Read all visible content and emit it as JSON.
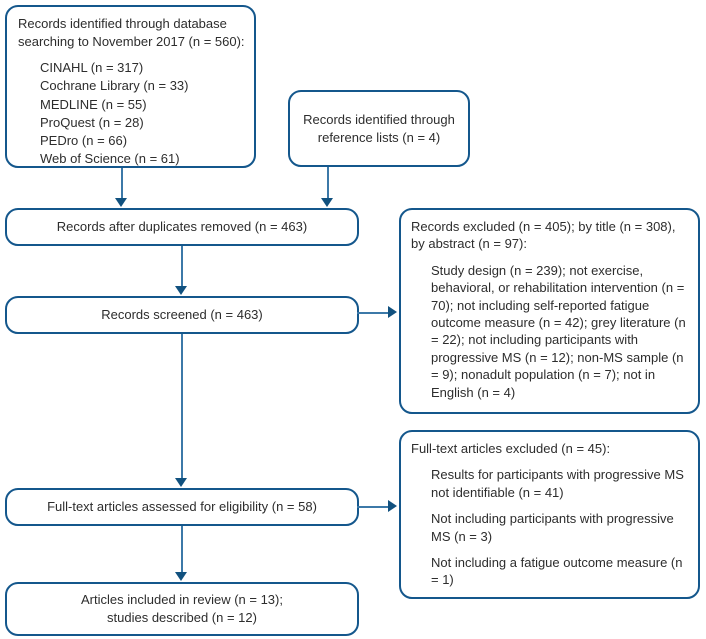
{
  "colors": {
    "box_border": "#14578c",
    "arrow_stem": "#3c79a8",
    "arrow_head": "#11517f",
    "text": "#2d2d2d",
    "background": "#ffffff"
  },
  "boxes": {
    "identified_database": {
      "title": "Records identified through database searching to November 2017 (n = 560):",
      "items": [
        "CINAHL (n = 317)",
        "Cochrane Library (n = 33)",
        "MEDLINE (n = 55)",
        "ProQuest (n = 28)",
        "PEDro (n = 66)",
        "Web of Science (n = 61)"
      ]
    },
    "identified_reference": {
      "text": "Records identified through reference lists (n = 4)"
    },
    "after_duplicates": {
      "text": "Records after duplicates removed (n = 463)"
    },
    "screened": {
      "text": "Records screened (n = 463)"
    },
    "records_excluded": {
      "title": "Records excluded (n = 405); by title (n = 308), by abstract (n = 97):",
      "detail": "Study design (n = 239); not exercise, behavioral, or rehabilitation intervention (n = 70); not including self-reported fatigue outcome measure (n = 42); grey literature (n = 22); not including participants with progressive MS (n = 12); non-MS sample (n = 9); nonadult population (n = 7); not in English (n = 4)"
    },
    "fulltext_assessed": {
      "text": "Full-text articles assessed for eligibility (n = 58)"
    },
    "fulltext_excluded": {
      "title": "Full-text articles excluded (n = 45):",
      "reasons": [
        "Results for participants with progressive MS not identifiable (n = 41)",
        "Not including participants with progressive MS (n = 3)",
        "Not including a fatigue outcome measure (n = 1)"
      ]
    },
    "included": {
      "line1": "Articles included in review (n = 13);",
      "line2": "studies described (n = 12)"
    }
  }
}
